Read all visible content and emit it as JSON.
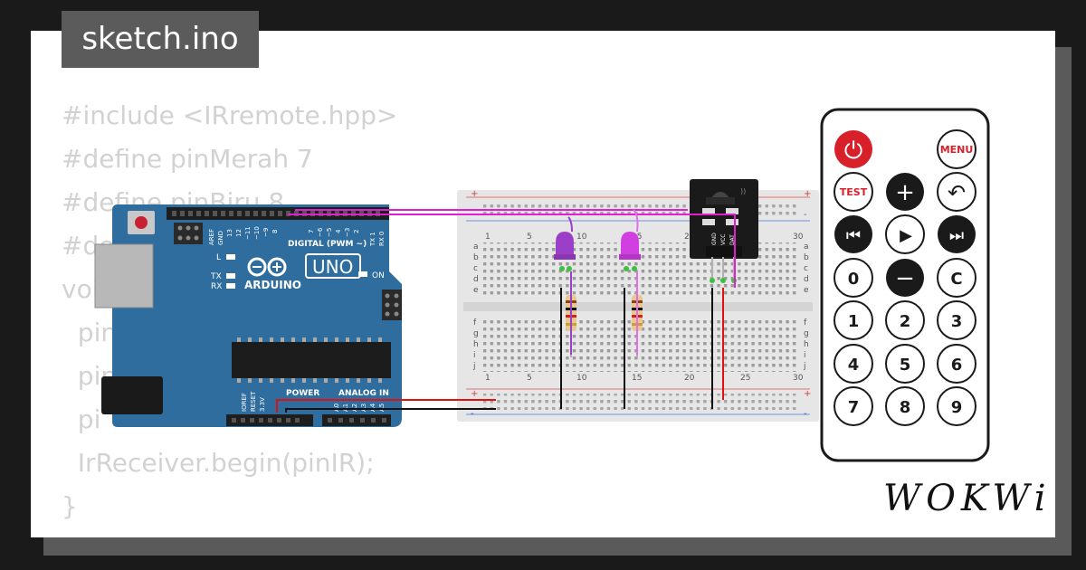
{
  "file_tab": {
    "name": "sketch.ino"
  },
  "code_lines": [
    "#include <IRremote.hpp>",
    "#define pinMerah 7",
    "#define pinBiru 8",
    "#de",
    "voi",
    "  pin                          TPUT",
    "  pin                            UT);",
    "  pi",
    "  IrReceiver.begin(pinIR);",
    "}"
  ],
  "arduino": {
    "model": "UNO",
    "brand": "ARDUINO",
    "digital_label": "DIGITAL (PWM ~)",
    "power_label": "POWER",
    "analog_label": "ANALOG IN",
    "aref": "AREF",
    "gnd": "GND",
    "on_label": "ON",
    "l_label": "L",
    "tx_label": "TX",
    "rx_label": "RX",
    "ioref": "IOREF",
    "reset": "RESET",
    "v33": "3.3V",
    "digital_pins": [
      "13",
      "12",
      "~11",
      "~10",
      "~9",
      "8",
      "7",
      "~6",
      "~5",
      "4",
      "~3",
      "2",
      "TX 1",
      "RX 0"
    ],
    "analog_pins": [
      "A0",
      "A1",
      "A2",
      "A3",
      "A4",
      "A5"
    ]
  },
  "breadboard": {
    "column_numbers": [
      "1",
      "5",
      "10",
      "15",
      "20",
      "25",
      "30"
    ],
    "row_letters_top": [
      "a",
      "b",
      "c",
      "d",
      "e"
    ],
    "row_letters_bottom": [
      "f",
      "g",
      "h",
      "i",
      "j"
    ],
    "rail_plus": "+",
    "rail_minus": "-"
  },
  "ir_receiver": {
    "pin_labels": [
      "GND",
      "VCC",
      "DAT"
    ]
  },
  "remote": {
    "power_button": "⏻",
    "buttons": [
      [
        "MENU"
      ],
      [
        "TEST",
        "+",
        "↶"
      ],
      [
        "⏮",
        "▶",
        "⏭"
      ],
      [
        "0",
        "−",
        "C"
      ],
      [
        "1",
        "2",
        "3"
      ],
      [
        "4",
        "5",
        "6"
      ],
      [
        "7",
        "8",
        "9"
      ]
    ]
  },
  "logo": {
    "text": "WOKWi"
  },
  "colors": {
    "background": "#1a1a1a",
    "card": "#ffffff",
    "tab": "#5b5b5b",
    "arduino": "#2f6d9e",
    "signal_wire": "#e020d0",
    "power_wire": "#e01010",
    "ground_wire": "#111111",
    "led_purple": "#9b3fc8",
    "led_pink": "#d040e0"
  }
}
